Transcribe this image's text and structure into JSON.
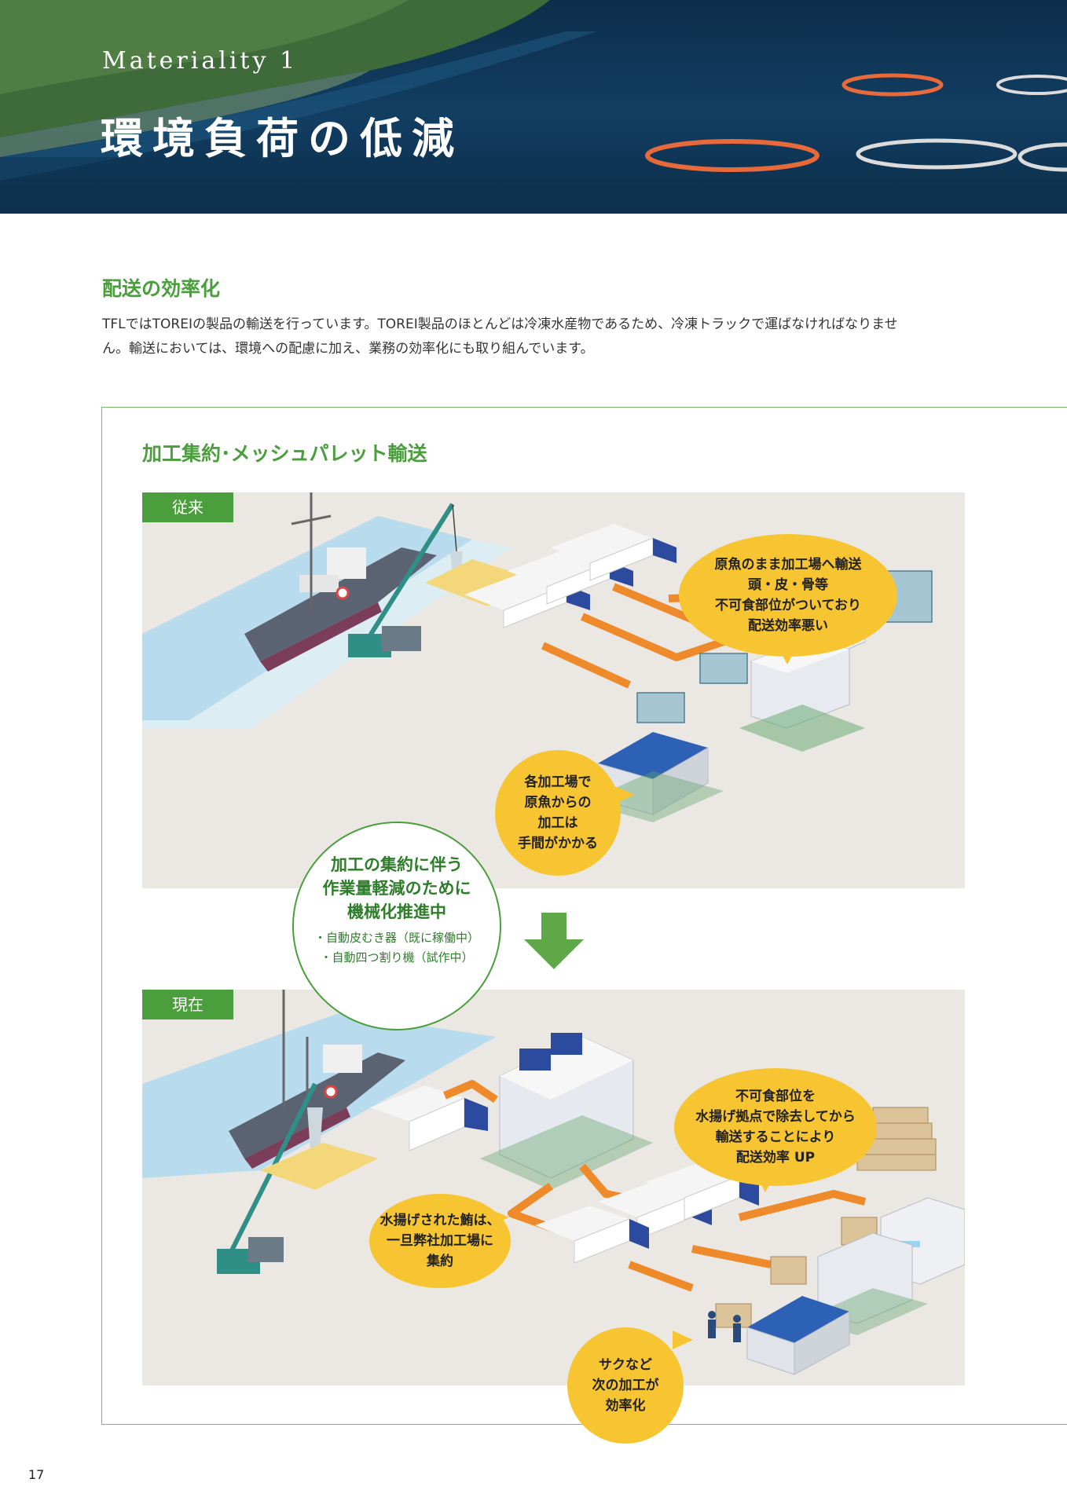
{
  "hero": {
    "subtitle": "Materiality 1",
    "title": "環境負荷の低減"
  },
  "intro": {
    "heading": "配送の効率化",
    "body_line1": "TFLではTOREIの製品の輸送を行っています。TOREI製品のほとんどは冷凍水産物であるため、冷凍トラックで運ばなければなりませ",
    "body_line2": "ん。輸送においては、環境への配慮に加え、業務の効率化にも取り組んでいます。"
  },
  "diagram": {
    "title": "加工集約･メッシュパレット輸送",
    "before": {
      "label": "従来",
      "bubble_top": [
        "原魚のまま加工場へ輸送",
        "頭・皮・骨等",
        "不可食部位がついており",
        "配送効率悪い"
      ],
      "bubble_bottom": [
        "各加工場で",
        "原魚からの",
        "加工は",
        "手間がかかる"
      ]
    },
    "note": {
      "heading": [
        "加工の集約に伴う",
        "作業量軽減のために",
        "機械化推進中"
      ],
      "items": [
        "・自動皮むき器（既に稼働中）",
        "・自動四つ割り機（試作中）"
      ]
    },
    "after": {
      "label": "現在",
      "bubble_top": [
        "不可食部位を",
        "水揚げ拠点で除去してから",
        "輸送することにより",
        "配送効率 UP"
      ],
      "bubble_left": [
        "水揚げされた鮪は、",
        "一旦弊社加工場に",
        "集約"
      ],
      "bubble_bottom": [
        "サクなど",
        "次の加工が",
        "効率化"
      ]
    }
  },
  "page_number": "17",
  "colors": {
    "accent_green": "#4a9e3b",
    "bubble_yellow": "#f7c531",
    "arrow_orange": "#ee8a2a",
    "panel_bg": "#ebe8e3"
  }
}
